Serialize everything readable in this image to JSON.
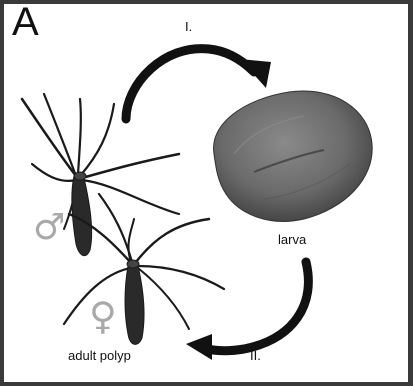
{
  "figure": {
    "panel_label": "A",
    "steps": {
      "step1": "I.",
      "step2": "II."
    },
    "stages": {
      "larva": "larva",
      "adult": "adult polyp"
    },
    "symbols": {
      "male": "♂",
      "female": "♀"
    },
    "colors": {
      "background_frame": "#3a3a3a",
      "panel": "#ffffff",
      "arrow": "#111111",
      "larva": "#6e6e6e",
      "symbol": "#a9a9a9"
    }
  }
}
